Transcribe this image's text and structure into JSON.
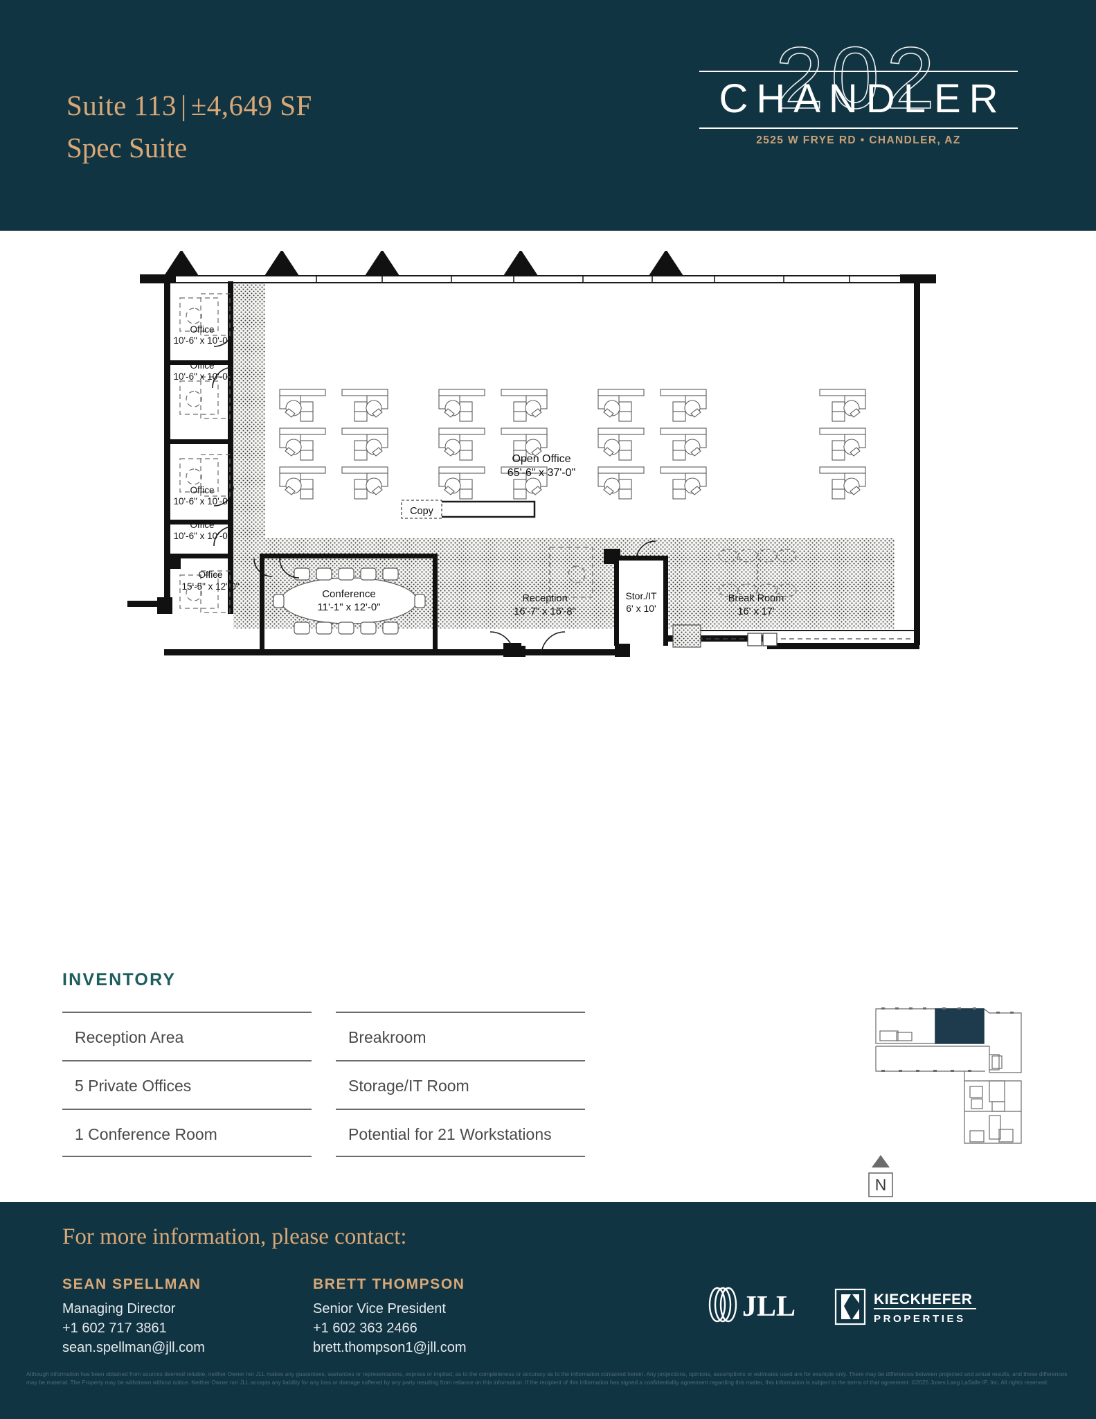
{
  "header": {
    "suite_label": "Suite 113",
    "divider": "|",
    "area": "±4,649 SF",
    "suite_type": "Spec Suite",
    "brand": {
      "number": "202",
      "name": "CHANDLER",
      "address": "2525 W FRYE RD  •  CHANDLER, AZ"
    }
  },
  "floorplan": {
    "rooms": [
      {
        "name": "Office",
        "dims": "10'-6\" x 10'-0\""
      },
      {
        "name": "Office",
        "dims": "10'-6\" x 10'-0\""
      },
      {
        "name": "Office",
        "dims": "10'-6\" x 10'-0\""
      },
      {
        "name": "Office",
        "dims": "10'-6\" x 10'-0\""
      },
      {
        "name": "Office",
        "dims": "15'-5\" x 12'-0\""
      },
      {
        "name": "Open Office",
        "dims": "65'-6\" x 37'-0\""
      },
      {
        "name": "Conference",
        "dims": "11'-1\" x 12'-0\""
      },
      {
        "name": "Reception",
        "dims": "16'-7\" x 16'-8\""
      },
      {
        "name": "Stor./IT",
        "dims": "6' x 10'"
      },
      {
        "name": "Break Room",
        "dims": "16' x 17'"
      }
    ],
    "copy_label": "Copy"
  },
  "inventory": {
    "title": "INVENTORY",
    "items": [
      "Reception Area",
      "Breakroom",
      "5 Private Offices",
      "Storage/IT Room",
      "1 Conference Room",
      "Potential for 21 Workstations"
    ]
  },
  "keyplan": {
    "north_label": "N"
  },
  "footer": {
    "heading": "For more information, please contact:",
    "contacts": [
      {
        "name": "SEAN SPELLMAN",
        "title": "Managing Director",
        "phone": "+1 602 717 3861",
        "email": "sean.spellman@jll.com"
      },
      {
        "name": "BRETT THOMPSON",
        "title": "Senior Vice President",
        "phone": "+1 602 363 2466",
        "email": "brett.thompson1@jll.com"
      }
    ],
    "logos": {
      "jll": "JLL",
      "kieckhefer": "KIECKHEFER",
      "kieckhefer_sub": "PROPERTIES"
    },
    "disclaimer": "Although information has been obtained from sources deemed reliable, neither Owner nor JLL makes any guarantees, warranties or representations, express or implied, as to the completeness or accuracy as to the information contained herein. Any projections, opinions, assumptions or estimates used are for example only. There may be differences between projected and actual results, and those differences may be material. The Property may be withdrawn without notice. Neither Owner nor JLL accepts any liability for any loss or damage suffered by any party resulting from reliance on this information. If the recipient of this information has signed a confidentiality agreement regarding this matter, this information is subject to the terms of that agreement. ©2025 Jones Lang LaSalle IP, Inc. All rights reserved."
  },
  "colors": {
    "navy": "#113443",
    "gold": "#d9a877",
    "teal": "#1d5d5c",
    "white": "#ffffff"
  }
}
